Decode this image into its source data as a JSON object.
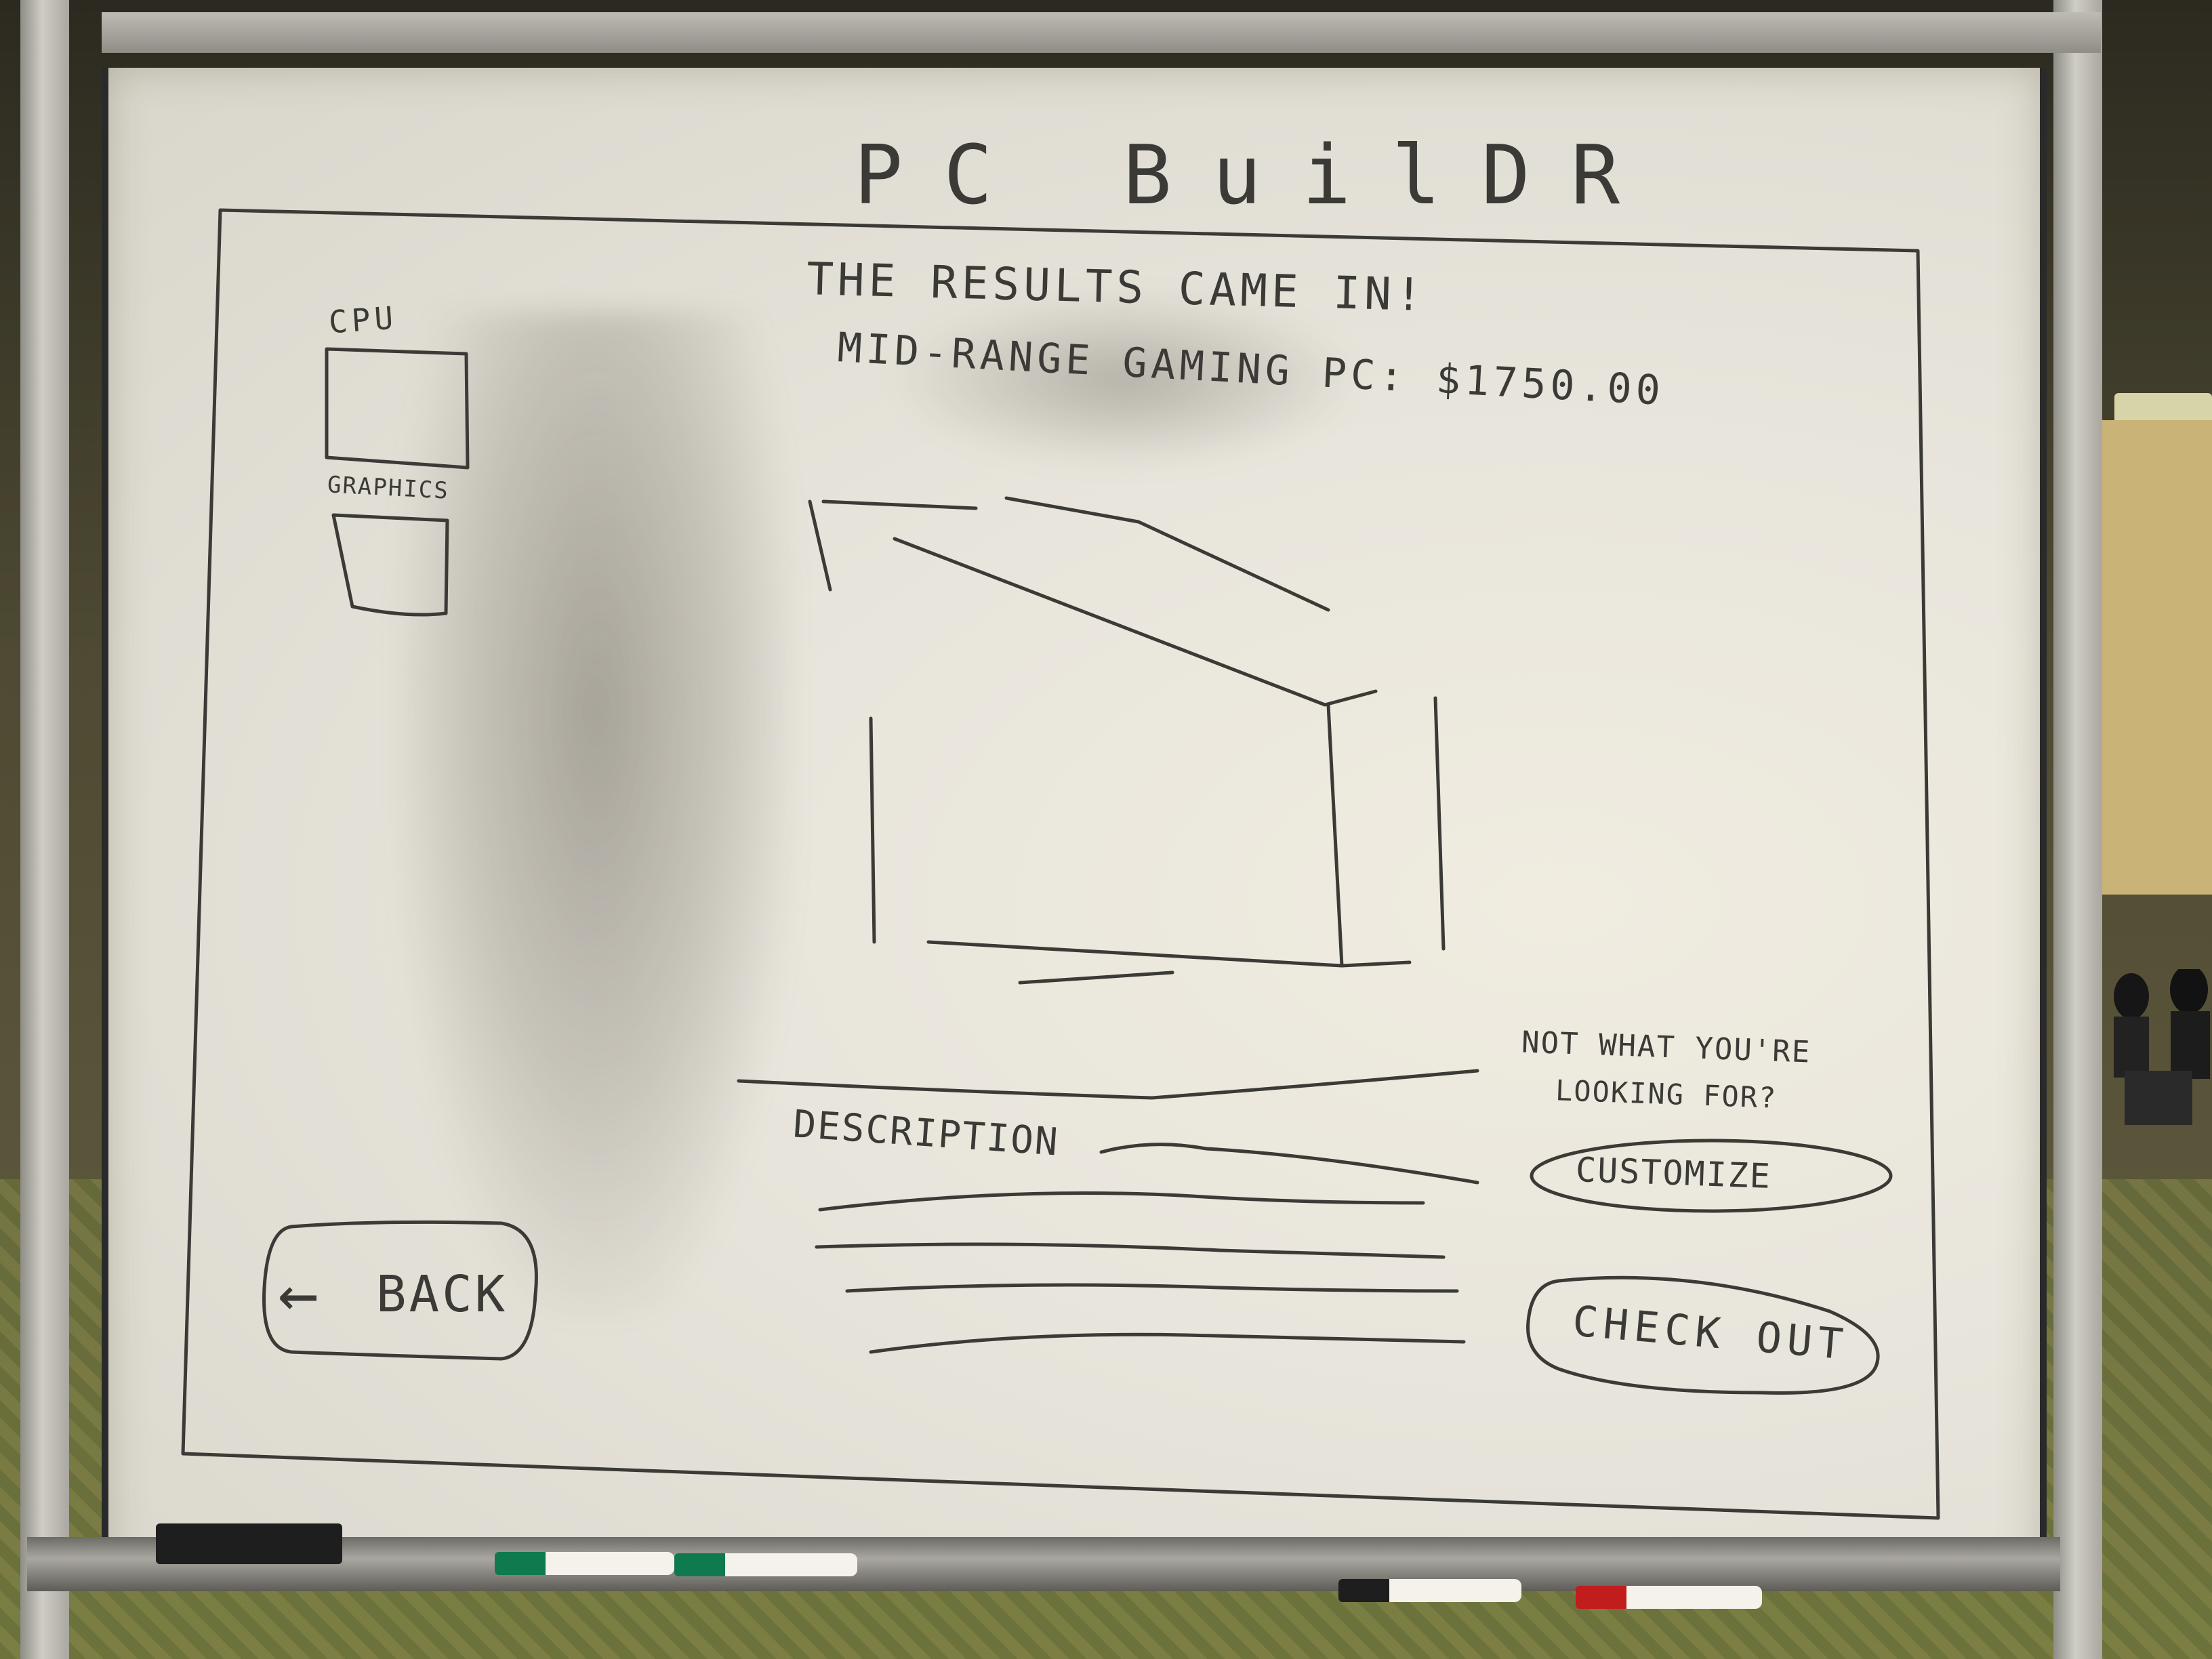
{
  "sketch": {
    "app_title": "PC BuilDR",
    "results_heading": "THE RESULTS CAME IN!",
    "product_line": "MID-RANGE GAMING PC: $1750.00",
    "sidebar": {
      "cpu_label": "CPU",
      "graphics_label": "GRAPHICS"
    },
    "description_label": "DESCRIPTION",
    "prompt_line1": "NOT WHAT YOU'RE",
    "prompt_line2": "LOOKING FOR?",
    "customize_button": "CUSTOMIZE",
    "checkout_button": "CHECK OUT",
    "back_button": "BACK",
    "back_arrow": "←"
  },
  "colors": {
    "ink": "#3b3a36",
    "board": "#e8e5dc",
    "marker_green": "#0f7a4d",
    "marker_red": "#c11d1d",
    "marker_black": "#1e1e1e"
  }
}
